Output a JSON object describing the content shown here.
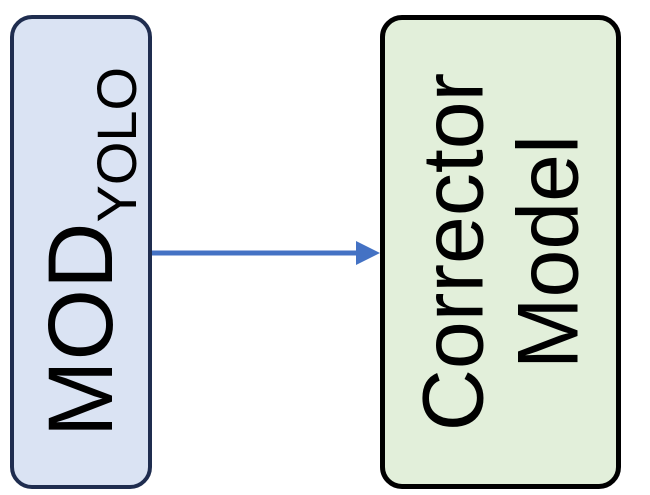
{
  "colors": {
    "mod_fill": "#dae3f3",
    "mod_border": "#1f2d4f",
    "corrector_fill": "#e2efda",
    "corrector_border": "#000000",
    "arrow": "#4472c4"
  },
  "nodes": {
    "mod": {
      "main": "MOD",
      "subscript": "YOLO"
    },
    "corrector": {
      "line1": "Corrector",
      "line2": "Model"
    }
  }
}
